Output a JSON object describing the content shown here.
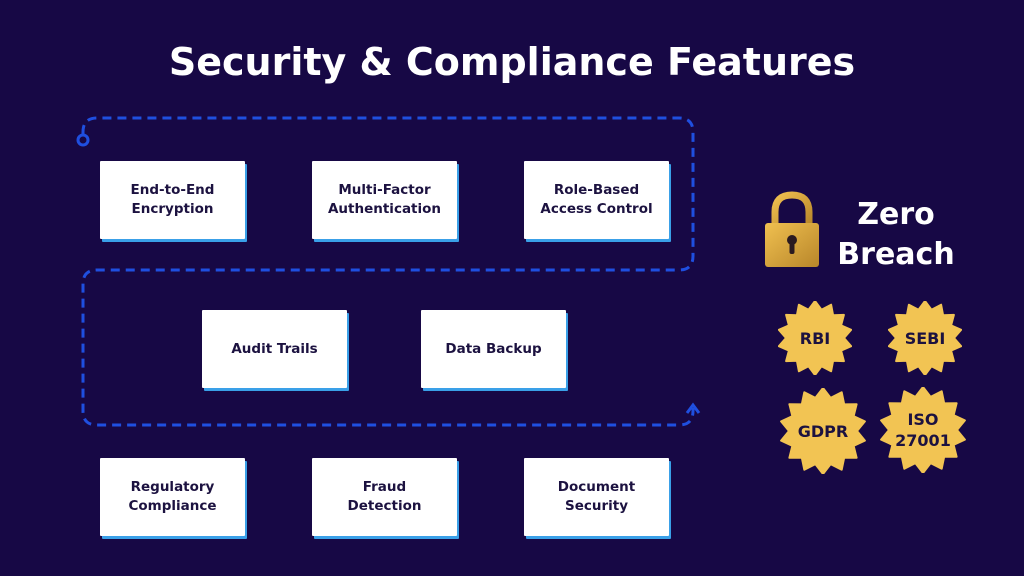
{
  "title": "Security & Compliance Features",
  "features": [
    [
      "End-to-End",
      "Encryption"
    ],
    [
      "Multi-Factor",
      "Authentication"
    ],
    [
      "Role-Based",
      "Access Control"
    ],
    [
      "Audit Trails"
    ],
    [
      "Data Backup"
    ],
    [
      "Regulatory",
      "Compliance"
    ],
    [
      "Fraud",
      "Detection"
    ],
    [
      "Document",
      "Security"
    ]
  ],
  "highlight": {
    "line1": "Zero",
    "line2": "Breach",
    "icon": "padlock-icon"
  },
  "badges": [
    [
      "RBI"
    ],
    [
      "SEBI"
    ],
    [
      "GDPR"
    ],
    [
      "ISO",
      "27001"
    ]
  ],
  "colors": {
    "background": "#170845",
    "path": "#1f4fe0",
    "badge": "#f2c453",
    "card_text": "#1c1240"
  }
}
